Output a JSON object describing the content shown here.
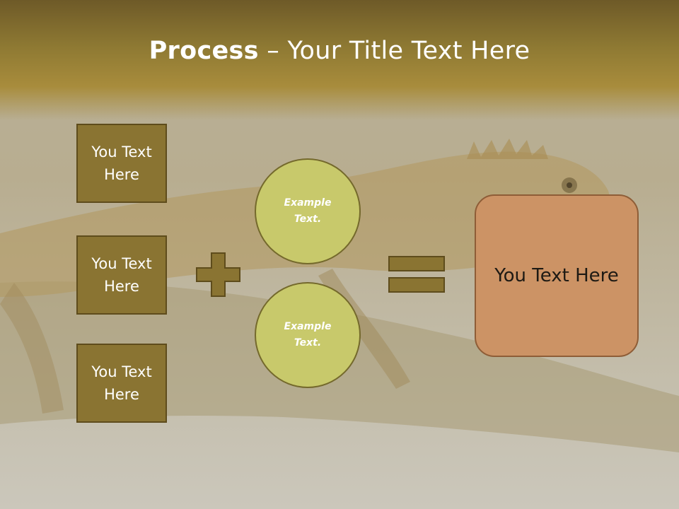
{
  "slide": {
    "title_bold": "Process",
    "title_rest": " – Your Title Text Here",
    "left_boxes": [
      "You Text Here",
      "You Text Here",
      "You Text Here"
    ],
    "circles": [
      "Example Text.",
      "Example Text."
    ],
    "result": "You Text Here"
  },
  "colors": {
    "header": "#8f7a33",
    "box_fill": "#8a7432",
    "box_border": "#5e4c1c",
    "circle_fill": "#c8c96b",
    "result_fill": "#cc9365",
    "operator_fill": "#8a7432"
  },
  "icons": {
    "operator_1": "plus-icon",
    "operator_2": "equals-icon"
  }
}
